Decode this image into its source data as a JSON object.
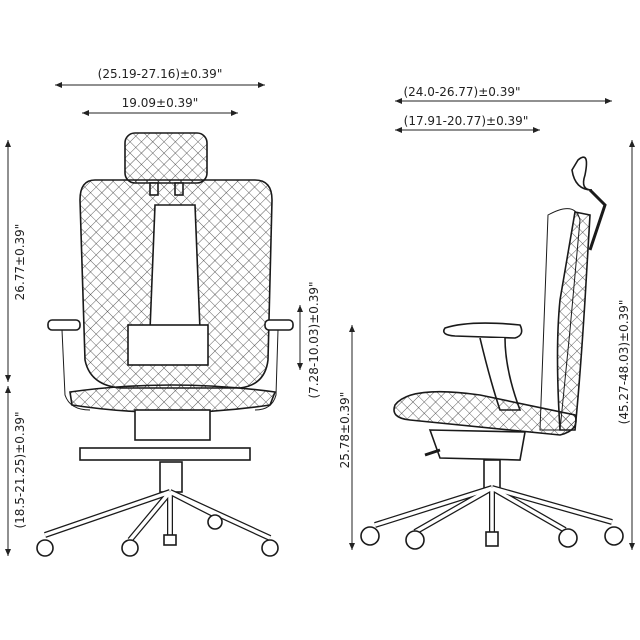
{
  "dimensions": {
    "front_overall_width": "(25.19-27.16)±0.39\"",
    "front_back_width": "19.09±0.39\"",
    "front_back_height": "26.77±0.39\"",
    "front_seat_height": "(18.5-21.25)±0.39\"",
    "armrest_height": "(7.28-10.03)±0.39\"",
    "side_arm_height": "25.78±0.39\"",
    "side_overall_depth": "(24.0-26.77)±0.39\"",
    "side_seat_depth": "(17.91-20.77)±0.39\"",
    "side_overall_height": "(45.27-48.03)±0.39\""
  },
  "colors": {
    "line": "#1a1a1a",
    "background": "#ffffff"
  }
}
